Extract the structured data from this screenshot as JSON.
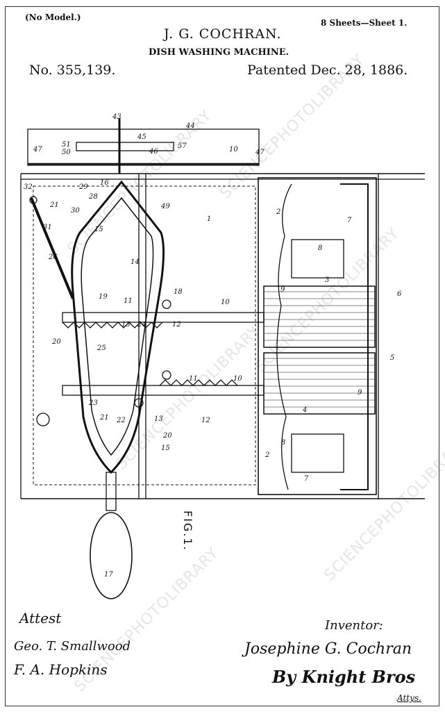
{
  "header": {
    "model_note": "(No Model.)",
    "sheets": "8 Sheets—Sheet 1.",
    "inventor_name": "J. G. COCHRAN.",
    "title": "DISH WASHING MACHINE.",
    "patent_number": "No. 355,139.",
    "patent_date": "Patented Dec. 28, 1886."
  },
  "figure_label": "FIG.1.",
  "labels": [
    "43",
    "45",
    "51",
    "50",
    "47",
    "44",
    "10",
    "47",
    "46",
    "57",
    "32",
    "29",
    "28",
    "31",
    "30",
    "21",
    "16",
    "15",
    "26",
    "49",
    "1",
    "14",
    "2",
    "7",
    "8",
    "3",
    "6",
    "9",
    "19",
    "11",
    "18",
    "10",
    "12",
    "13",
    "24",
    "5",
    "20",
    "25",
    "23",
    "22",
    "21",
    "13",
    "20",
    "15",
    "9",
    "8",
    "2",
    "7",
    "4",
    "17",
    "10",
    "11",
    "12"
  ],
  "signatures": {
    "attest_heading": "Attest",
    "witness_1": "Geo. T. Smallwood",
    "witness_2": "F. A. Hopkins",
    "inventor_heading": "Inventor:",
    "inventor": "Josephine G. Cochran",
    "attorney": "By Knight Bros",
    "attorney_suffix": "Attys."
  },
  "watermark": "SCIENCEPHOTOLIBRARY"
}
